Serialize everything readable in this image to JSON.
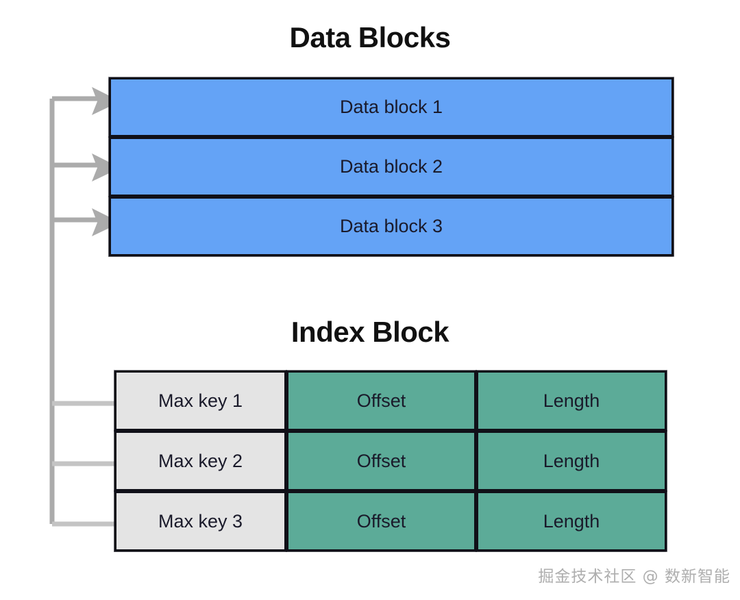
{
  "diagram": {
    "background_color": "#ffffff",
    "sections": [
      {
        "id": "data-blocks",
        "title": "Data Blocks",
        "fill_color": "#64A3F6",
        "border_color": "#101018",
        "rows": [
          {
            "label": "Data block 1"
          },
          {
            "label": "Data block 2"
          },
          {
            "label": "Data block 3"
          }
        ]
      },
      {
        "id": "index-block",
        "title": "Index Block",
        "key_fill_color": "#E4E4E4",
        "value_fill_color": "#5CAB98",
        "border_color": "#101018",
        "rows": [
          {
            "key": "Max key 1",
            "offset": "Offset",
            "length": "Length"
          },
          {
            "key": "Max key 2",
            "offset": "Offset",
            "length": "Length"
          },
          {
            "key": "Max key 3",
            "offset": "Offset",
            "length": "Length"
          }
        ]
      }
    ],
    "connectors": {
      "color": "#ABABAB",
      "description": "Each index block row connects left to a shared vertical spine which branches with arrowheads into the matching data block.",
      "arrow_count": 3,
      "line_count": 3
    },
    "watermark": "掘金技术社区 @ 数新智能"
  }
}
